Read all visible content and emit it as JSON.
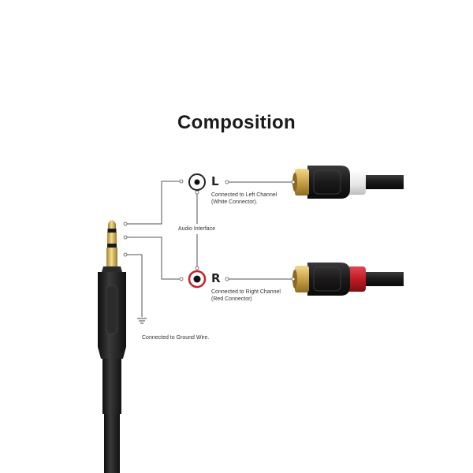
{
  "title": "Composition",
  "left_channel": {
    "letter": "L",
    "line1": "Connected to Left Channel",
    "line2": "(White Connector)."
  },
  "right_channel": {
    "letter": "R",
    "line1": "Connected to Right Channel",
    "line2": "(Red Connector)"
  },
  "interface_label": "Audio Interface",
  "ground_label": "Connected to Ground Wire.",
  "colors": {
    "cable": "#1c1c1c",
    "gold": "#d8b458",
    "white_band": "#eeeeee",
    "red_band": "#c8202a",
    "line": "#555555"
  }
}
